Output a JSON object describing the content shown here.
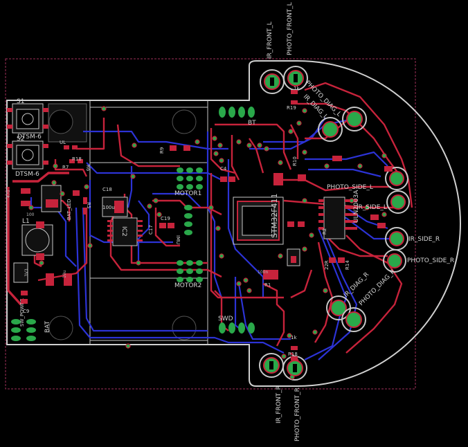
{
  "board": {
    "labels": {
      "ir_front_l": "IR_FRONT_L",
      "photo_front_l": "PHOTO_FRONT_L",
      "photo_diag_l": "PHOTO_DIAG_L",
      "ir_diag_l": "IR_DIAG_L",
      "photo_side_l": "PHOTO_SIDE_L",
      "ir_side_l": "IR_SIDE_L",
      "ir_side_r": "IR_SIDE_R",
      "photo_side_r": "PHOTO_SIDE_R",
      "ir_diag_r": "IR_DIAG_R",
      "photo_diag_r": "PHOTO_DIAG_R",
      "ir_front_r": "IR_FRONT_R",
      "photo_front_r": "PHOTO_FRONT_R",
      "s1": "S1",
      "s2": "S2",
      "dtsm6_a": "DTSM-6",
      "dtsm6_b": "DTSM-6",
      "motor1": "MOTOR1",
      "motor2": "MOTOR2",
      "bt": "BT",
      "swd": "SWD",
      "imu": "IMU",
      "bat": "BAT",
      "sw_power": "SW_POWER",
      "bat_led": "BAT_LED",
      "stm32": "STM32F411",
      "uln": "ULN2003A",
      "ic2": "IC2",
      "l1": "L1",
      "r19": "R19",
      "r18": "R18",
      "r1": "R1",
      "r2": "R2",
      "r5": "R5",
      "r6": "R6",
      "r7": "R7",
      "r9": "R9",
      "r10": "R10",
      "r14": "R14",
      "c4": "C4",
      "c9": "C9",
      "c17": "C17",
      "c18": "C18",
      "c19": "C19",
      "val_1k_a": "1k",
      "val_1k_b": "1k",
      "val_22r": "22R",
      "val_100u": "100u",
      "val_47u": "47u",
      "val_100": "100",
      "val_10u": "10u",
      "val_100n": "100n",
      "ul": "UL",
      "val_3v3": "3V3"
    }
  },
  "colors": {
    "top_copper": "#c7233b",
    "bottom_copper": "#2c33d6",
    "pads": "#2aa84a",
    "outline": "#d0d0d0",
    "dimension": "#a0305a"
  }
}
